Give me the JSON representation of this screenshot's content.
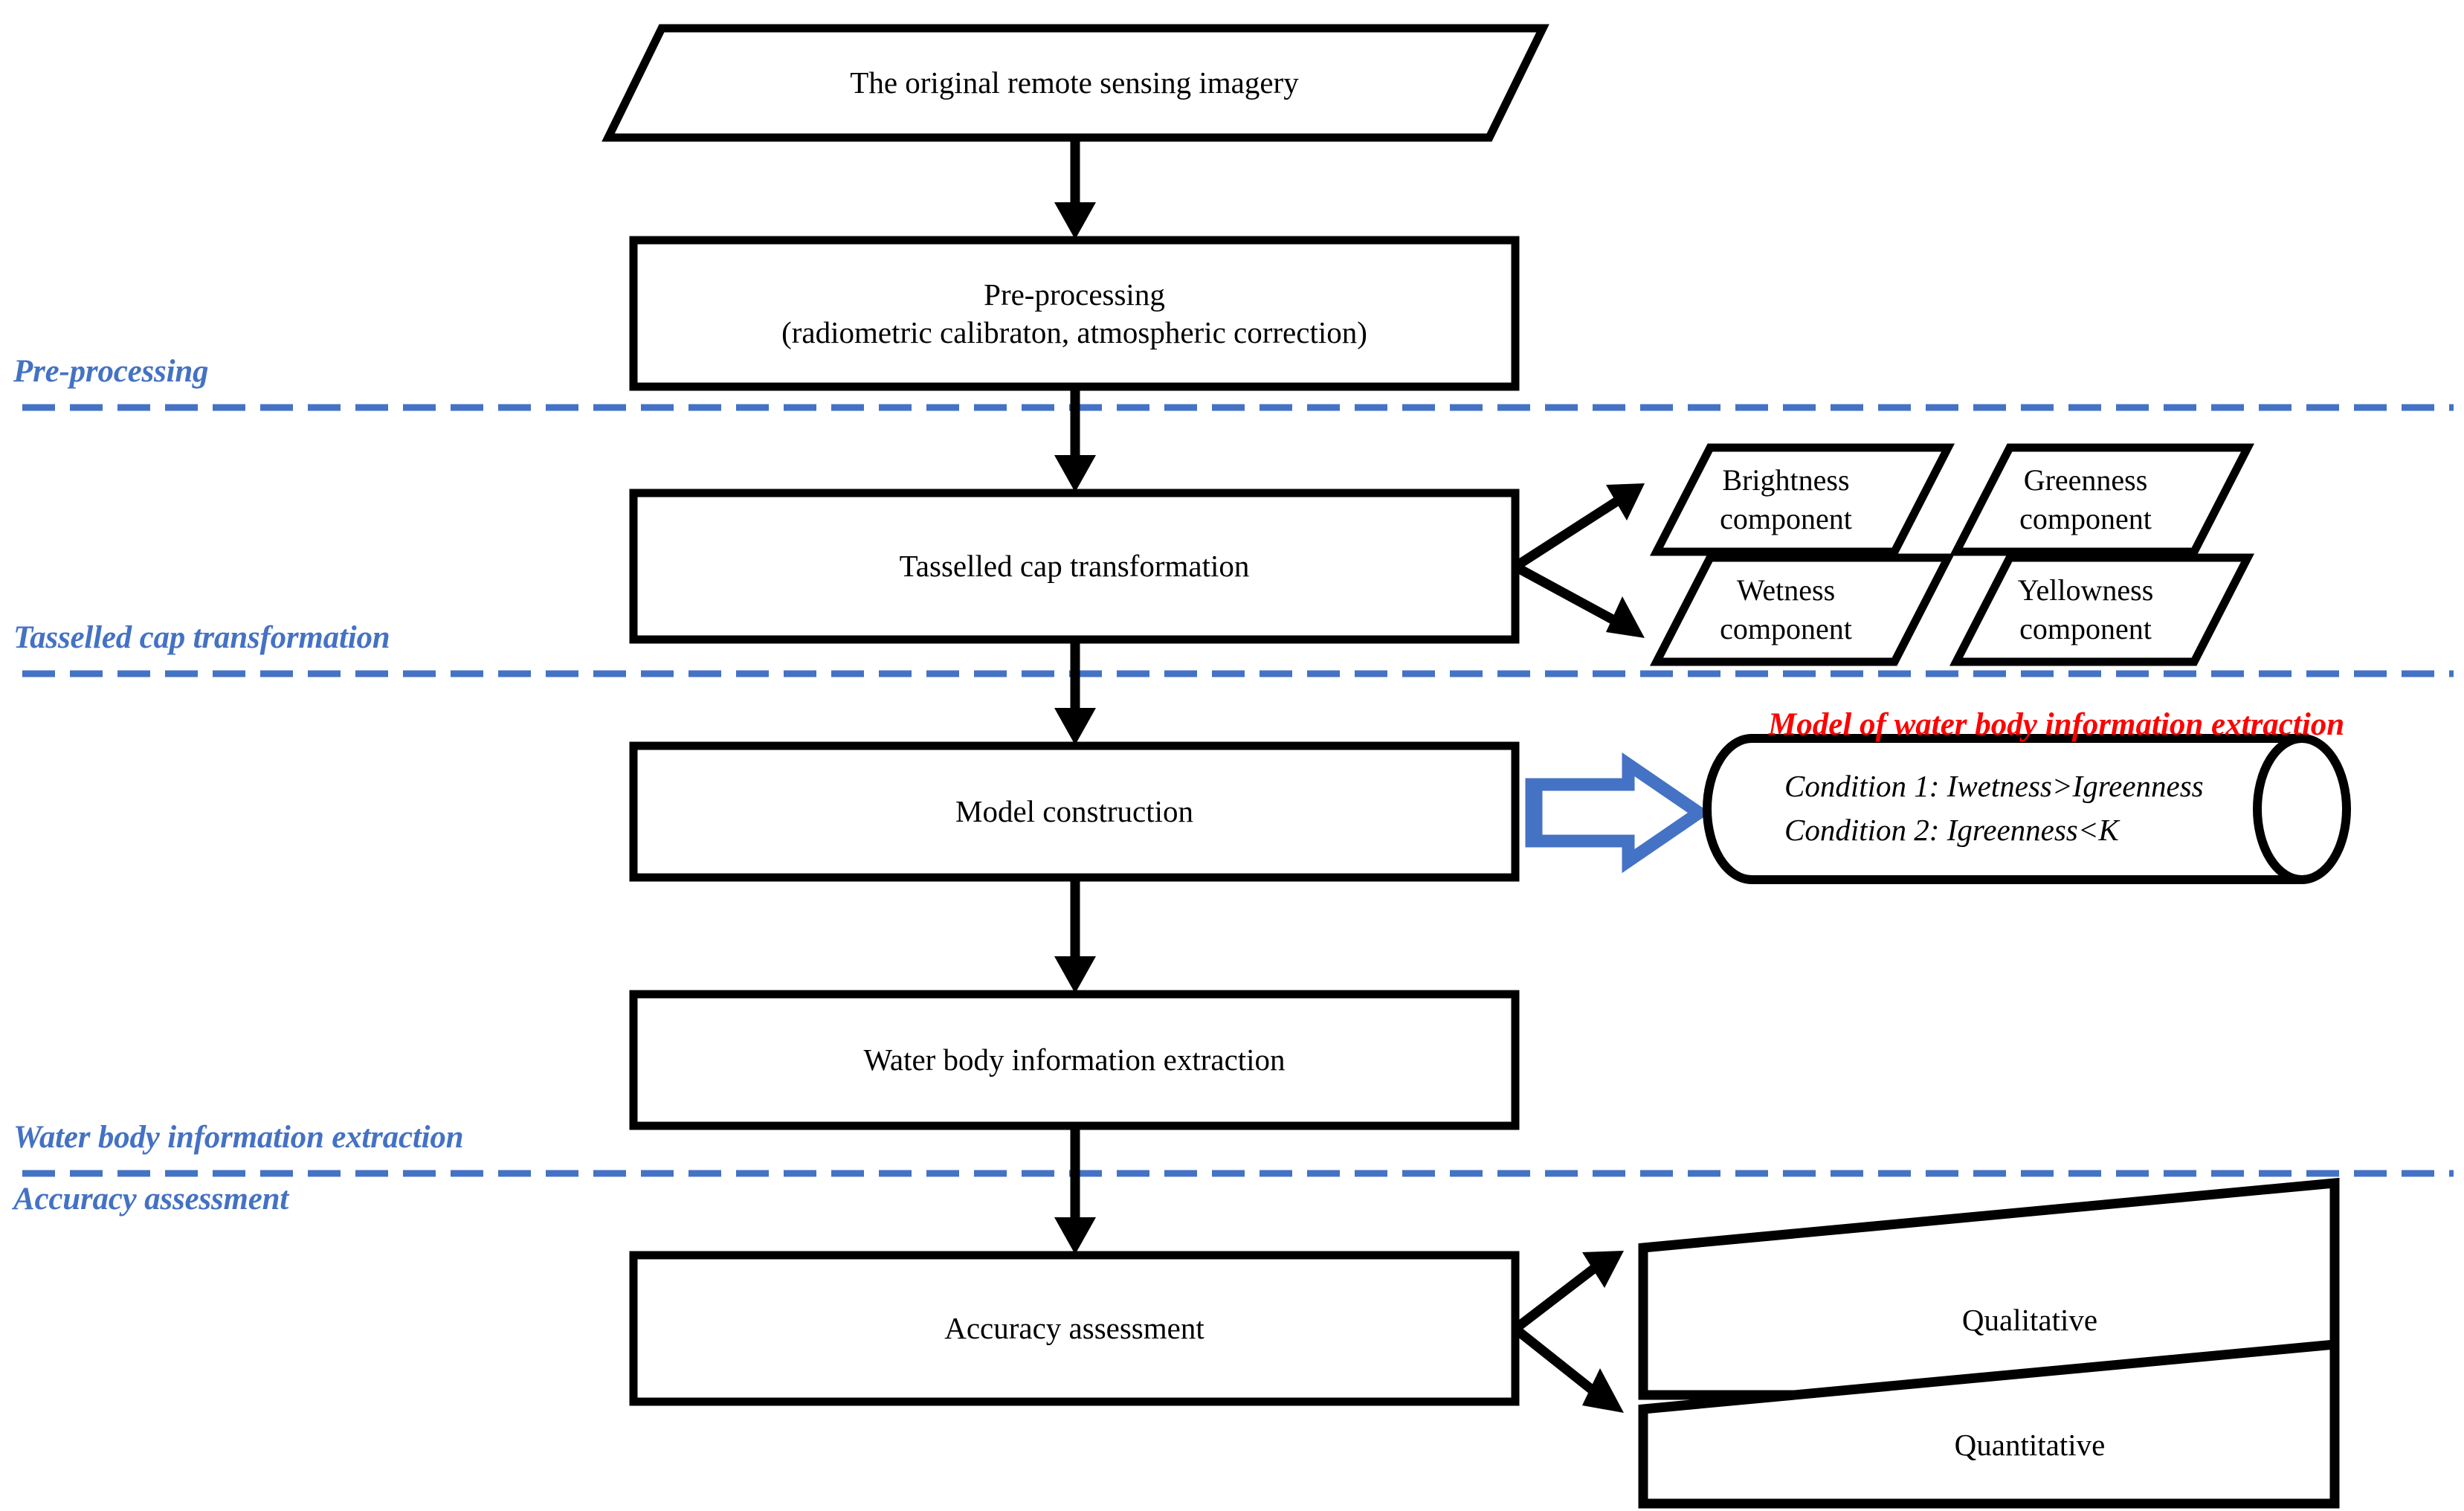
{
  "figure": {
    "type": "flowchart",
    "title": "Water body information extraction workflow",
    "colors": {
      "stroke": "#000000",
      "band": "#4472C4",
      "accent_red": "#FF0000",
      "background": "#FFFFFF"
    }
  },
  "stages": [
    {
      "id": "input",
      "shape": "parallelogram",
      "label": "The original remote sensing imagery"
    },
    {
      "id": "preprocess",
      "shape": "rectangle",
      "label": "Pre-processing\n(radiometric calibraton, atmospheric correction)"
    },
    {
      "id": "tct",
      "shape": "rectangle",
      "label": "Tasselled cap transformation"
    },
    {
      "id": "model",
      "shape": "rectangle",
      "label": "Model construction"
    },
    {
      "id": "extract",
      "shape": "rectangle",
      "label": "Water body information extraction"
    },
    {
      "id": "accuracy",
      "shape": "rectangle",
      "label": "Accuracy assessment"
    }
  ],
  "components": [
    {
      "id": "brightness",
      "label": "Brightness\ncomponent"
    },
    {
      "id": "greenness",
      "label": "Greenness\ncomponent"
    },
    {
      "id": "wetness",
      "label": "Wetness\ncomponent"
    },
    {
      "id": "yellowness",
      "label": "Yellowness\ncomponent"
    }
  ],
  "model_panel": {
    "title": "Model of water body information extraction",
    "conditions": [
      "Condition 1: Iwetness>Igreenness",
      "Condition 2: Igreenness<K"
    ],
    "conditions_text": "Condition 1: Iwetness>Igreenness\nCondition 2: Igreenness<K"
  },
  "assessment_outputs": [
    {
      "id": "qualitative",
      "label": "Qualitative"
    },
    {
      "id": "quantitative",
      "label": "Quantitative"
    }
  ],
  "bands": [
    {
      "id": "band-preprocessing",
      "label": "Pre-processing"
    },
    {
      "id": "band-tct",
      "label": "Tasselled cap transformation"
    },
    {
      "id": "band-extraction",
      "label": "Water body information extraction"
    },
    {
      "id": "band-accuracy",
      "label": "Accuracy assessment"
    }
  ]
}
